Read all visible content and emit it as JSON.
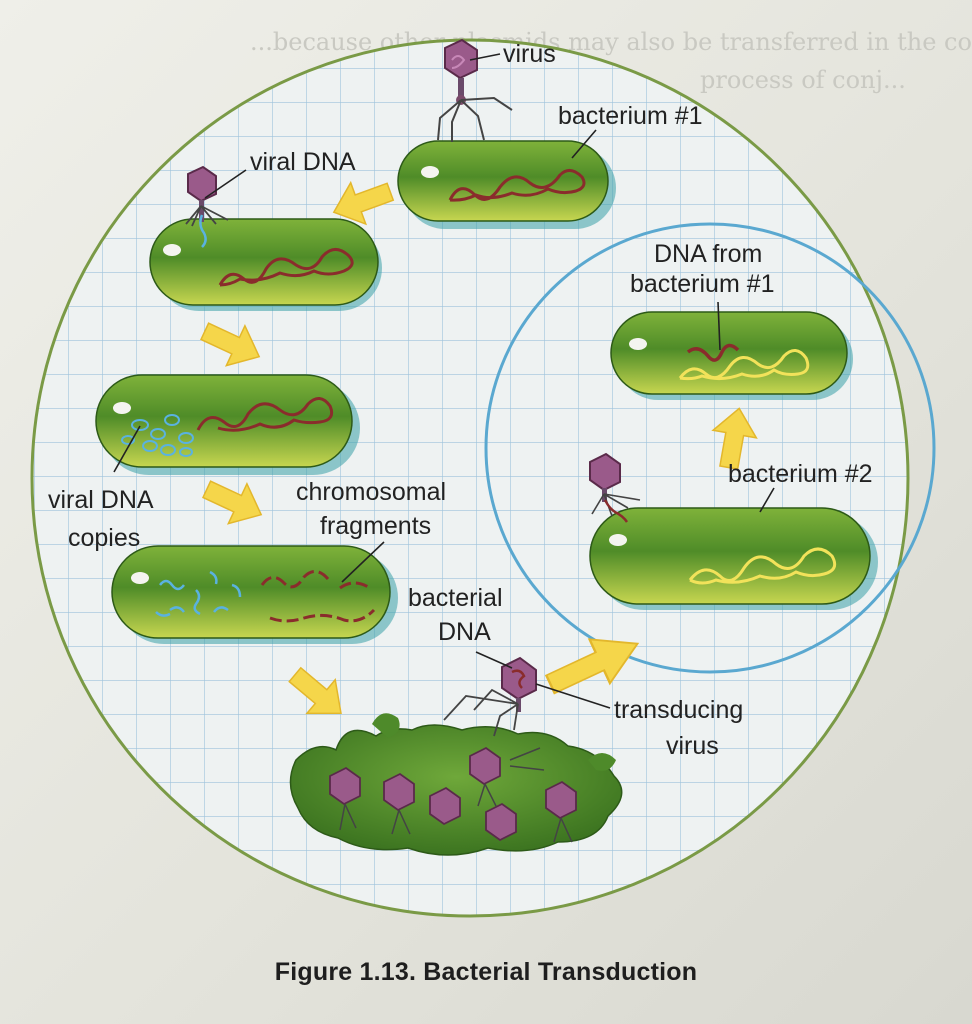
{
  "background_text": {
    "line1": "...because other plasmids may also be transferred in the conjugation...",
    "line2": "process of conj..."
  },
  "labels": {
    "virus": "virus",
    "bacterium1": "bacterium #1",
    "viral_dna": "viral DNA",
    "dna_from_1": "DNA from",
    "dna_from_2": "bacterium #1",
    "bacterium2": "bacterium #2",
    "viral_copies_1": "viral DNA",
    "viral_copies_2": "copies",
    "chromosomal_1": "chromosomal",
    "chromosomal_2": "fragments",
    "bacterial_dna_1": "bacterial",
    "bacterial_dna_2": "DNA",
    "transducing_1": "transducing",
    "transducing_2": "virus"
  },
  "caption": "Figure 1.13.  Bacterial Transduction",
  "colors": {
    "circle_outline": "#7a9a46",
    "inner_circle_outline": "#5aa8d0",
    "bacterium_body": "#4e8a2a",
    "bacterium_highlight": "#c9d85a",
    "grid": "#9ec3dc",
    "arrow": "#f5d64a",
    "host_dna": "#8a2c2c",
    "new_host_dna": "#f2e25a",
    "viral_dna": "#5ab2e0",
    "virus_head": "#9a5a8a"
  }
}
